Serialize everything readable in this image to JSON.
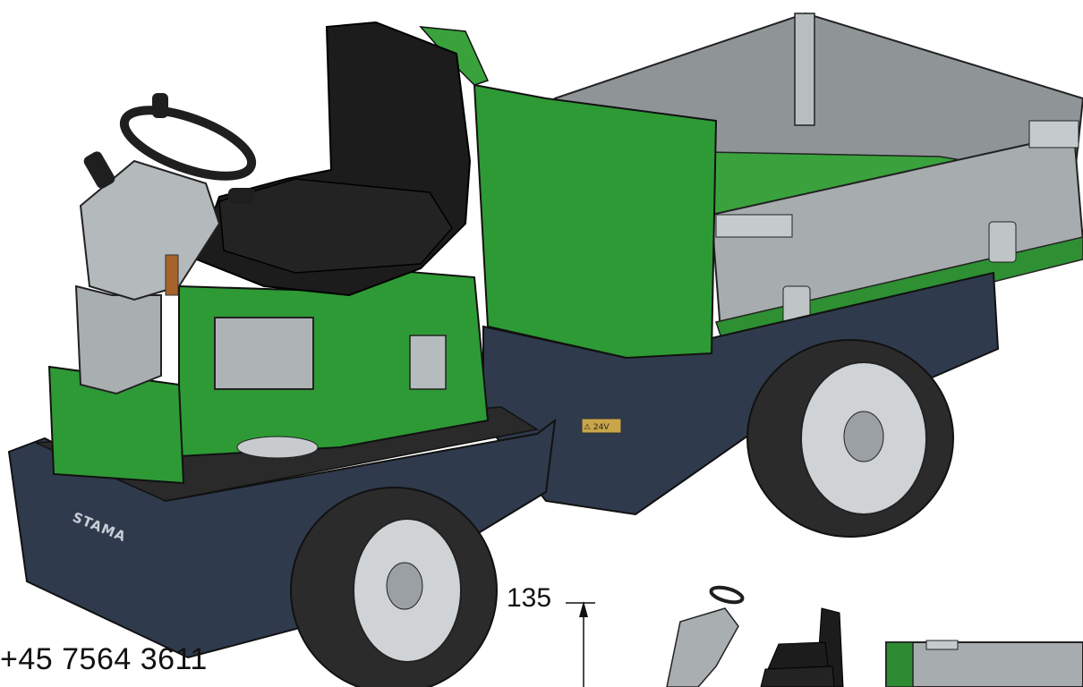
{
  "brand": {
    "name": "STAMA"
  },
  "contact": {
    "phone": "+45 7564 3611"
  },
  "dimension": {
    "value": "135"
  },
  "warning_label": {
    "text": "⚠ 24V"
  },
  "colors": {
    "body_green": "#2e9a35",
    "chassis_navy": "#2f3a4c",
    "seat_black": "#1c1c1c",
    "steel_gray": "#a7adaf",
    "tire_dark": "#2b2b2b"
  }
}
